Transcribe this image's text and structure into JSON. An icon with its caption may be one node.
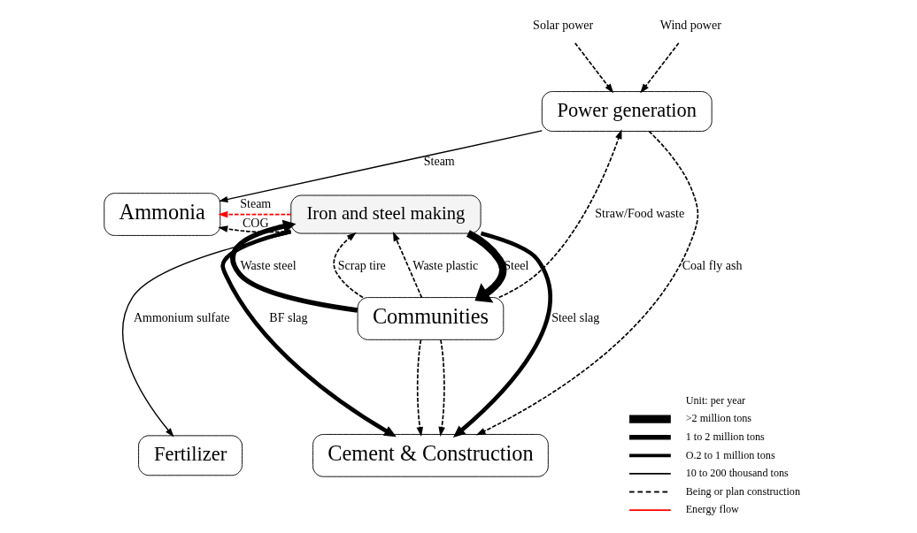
{
  "diagram": {
    "nodes": [
      {
        "text": [
          "Solar power"
        ]
      },
      {
        "text": [
          "Wind power"
        ]
      },
      {
        "text": [
          "Power generation"
        ]
      },
      {
        "text": [
          "Ammonia"
        ]
      },
      {
        "text": [
          "Iron and steel making"
        ]
      },
      {
        "text": [
          "Communities"
        ]
      },
      {
        "text": [
          "Fertilizer"
        ]
      },
      {
        "text": [
          "Cement & Construction"
        ]
      }
    ],
    "edges": [
      {
        "from": 5,
        "to": 2,
        "arrow": "to",
        "label": "Straw/Food waste",
        "style": "dashed"
      },
      {
        "from": 0,
        "to": 2,
        "arrow": "to",
        "style": "dashed"
      },
      {
        "from": 1,
        "to": 2,
        "arrow": "to",
        "style": "dashed"
      },
      {
        "from": 2,
        "to": 3,
        "arrow": "to",
        "label": "Steam"
      },
      {
        "from": 2,
        "to": 7,
        "arrow": "to",
        "label": "Coal fly ash",
        "style": "dashed"
      },
      {
        "from": 4,
        "to": 3,
        "arrow": "to",
        "label": "Steam",
        "style": "dashed",
        "color": "#ff0000"
      },
      {
        "from": 4,
        "to": 3,
        "arrow": "to",
        "label": "COG",
        "style": "dashed"
      },
      {
        "from": 5,
        "to": 4,
        "arrow": "to",
        "label": "Waste steel",
        "style": "thick"
      },
      {
        "from": 4,
        "to": 5,
        "arrow": "to",
        "label": "Steel",
        "style": "thick"
      },
      {
        "from": 5,
        "to": 4,
        "arrow": "to",
        "label": "Scrap tire",
        "style": "dashed"
      },
      {
        "from": 5,
        "to": 4,
        "arrow": "to",
        "label": "Waste plastic",
        "style": "dashed"
      },
      {
        "from": 4,
        "to": 6,
        "arrow": "to",
        "label": "Ammonium sulfate"
      },
      {
        "from": 4,
        "to": 7,
        "arrow": "to",
        "label": "BF slag",
        "style": "thick"
      },
      {
        "from": 4,
        "to": 7,
        "arrow": "to",
        "label": "Steel slag",
        "style": "thick"
      },
      {
        "from": 5,
        "to": 7,
        "arrow": "to",
        "style": "dashed"
      },
      {
        "from": 5,
        "to": 7,
        "arrow": "to",
        "style": "dashed"
      }
    ],
    "labels": [
      "Unit: per year"
    ],
    "legend": [
      {
        "text": ">2 million tons"
      },
      {
        "text": "1 to 2 million tons"
      },
      {
        "text": "O.2 to 1 million tons"
      },
      {
        "text": "10 to 200 thousand tons"
      },
      {
        "text": "Being or plan construction"
      },
      {
        "text": "Energy flow"
      }
    ]
  }
}
